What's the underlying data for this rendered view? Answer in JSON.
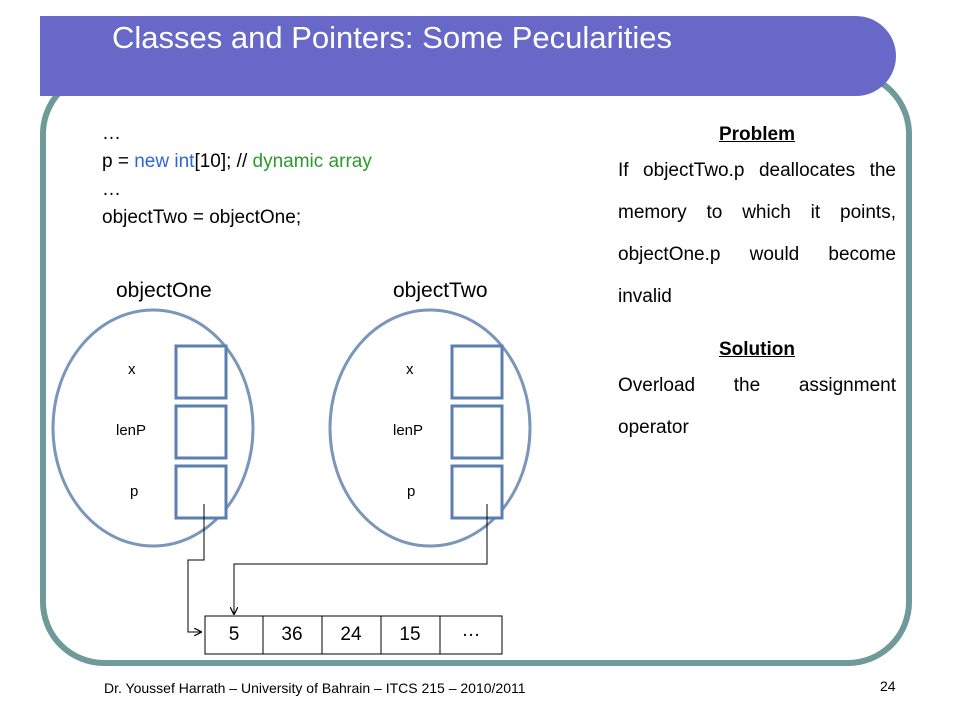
{
  "title": "Classes and Pointers: Some Pecularities",
  "code": {
    "line1": "…",
    "line2_prefix": "p = ",
    "line2_keyword": "new int",
    "line2_mid": "[10];   // ",
    "line2_comment": "dynamic array",
    "line3": "…",
    "line4": "objectTwo = objectOne;"
  },
  "objects": [
    {
      "name": "objectOne",
      "fields": [
        "x",
        "lenP",
        "p"
      ]
    },
    {
      "name": "objectTwo",
      "fields": [
        "x",
        "lenP",
        "p"
      ]
    }
  ],
  "array": {
    "cells": [
      "5",
      "36",
      "24",
      "15",
      "…"
    ]
  },
  "problem": {
    "heading": "Problem",
    "text": "If objectTwo.p deallocates the memory to which it points, objectOne.p would become invalid"
  },
  "solution": {
    "heading": "Solution",
    "text": "Overload the assignment operator"
  },
  "footer": "Dr. Youssef Harrath – University of Bahrain – ITCS 215 – 2010/2011",
  "page_number": "24",
  "colors": {
    "title_bar": "#6868c8",
    "frame": "#6f9a9a",
    "ellipse": "#7a96bb",
    "box": "#5b7fb0",
    "keyword": "#2e66d8",
    "comment": "#2a9b2a"
  }
}
